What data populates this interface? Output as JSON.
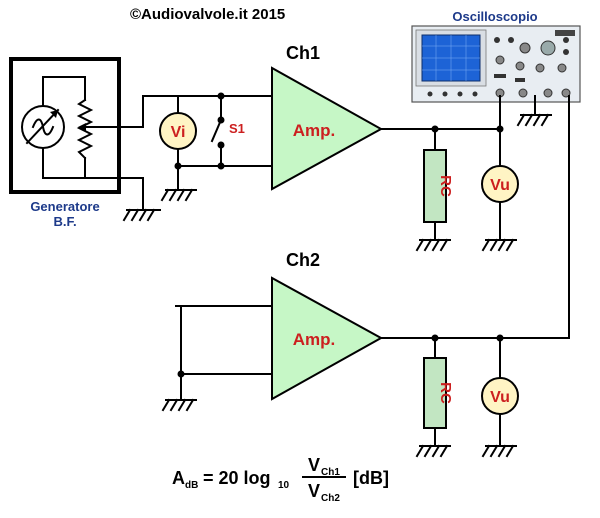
{
  "copyright": "©Audiovalvole.it 2015",
  "oscilloscope": {
    "label": "Oscilloscopio"
  },
  "generator": {
    "line1": "Generatore",
    "line2": "B.F."
  },
  "channels": {
    "ch1": {
      "label": "Ch1",
      "amp_label": "Amp."
    },
    "ch2": {
      "label": "Ch2",
      "amp_label": "Amp."
    }
  },
  "meters": {
    "input": "Vi",
    "output_ch1": "Vu",
    "output_ch2": "Vu"
  },
  "loads": {
    "ch1": "RC",
    "ch2": "RC"
  },
  "switch": {
    "label": "S1"
  },
  "formula": {
    "a": "A",
    "a_sub": "dB",
    "equals": "= 20 log",
    "log_sub": "10",
    "num": "V",
    "num_sub": "Ch1",
    "den": "V",
    "den_sub": "Ch2",
    "unit": "[dB]"
  },
  "colors": {
    "line": "#000000",
    "label_red": "#cc1f1f",
    "label_blue": "#1d3a8a",
    "amp_fill": "#c6f7c6",
    "meter_fill": "#fff4c4",
    "rc_fill": "#c2e6c2",
    "scope_body": "#e8edf2",
    "scope_screen": "#1d63d6"
  }
}
